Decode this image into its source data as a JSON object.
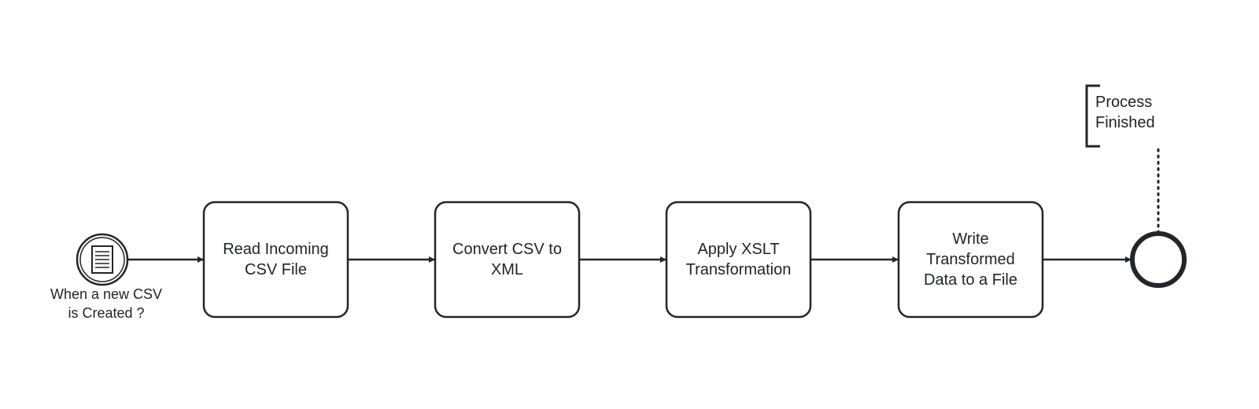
{
  "diagram": {
    "type": "BPMN process",
    "colors": {
      "stroke": "#22252a",
      "text": "#1f2329",
      "background": "#ffffff"
    },
    "start_event": {
      "icon": "document-lines-icon",
      "label": "When a new CSV\nis Created ?"
    },
    "tasks": [
      {
        "label": "Read Incoming\nCSV File"
      },
      {
        "label": "Convert CSV to\nXML"
      },
      {
        "label": "Apply XSLT\nTransformation"
      },
      {
        "label": "Write\nTransformed\nData to a File"
      }
    ],
    "end_event": {
      "annotation": "Process\nFinished"
    }
  }
}
